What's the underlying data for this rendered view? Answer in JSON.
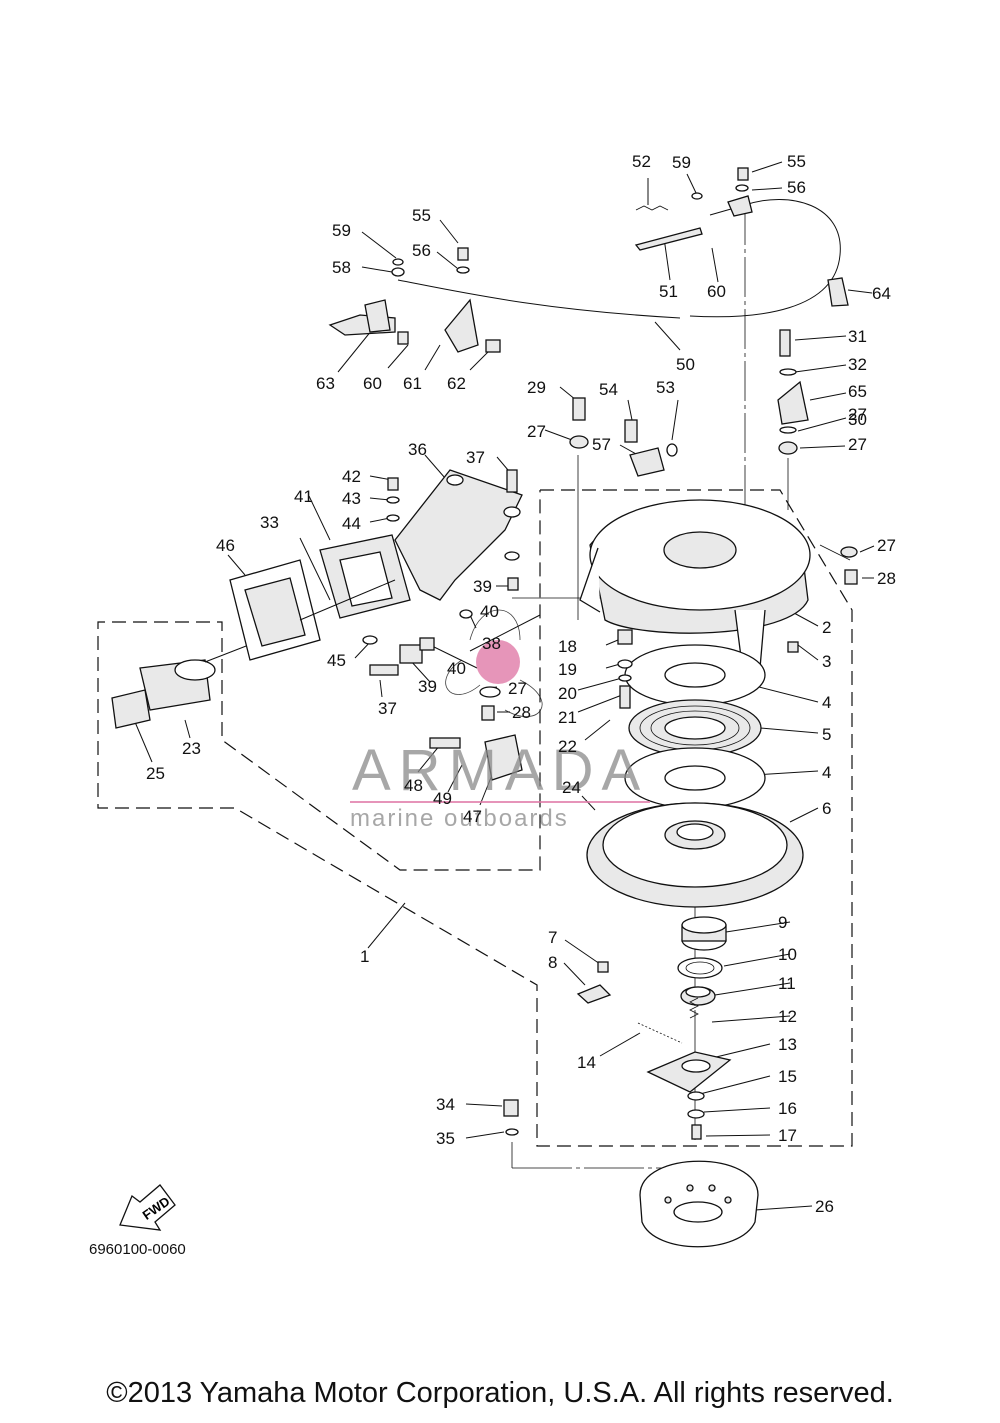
{
  "diagram": {
    "code": "6960100-0060",
    "fwd_label": "FWD",
    "watermark": {
      "brand": "ARMADA",
      "tagline": "marine outboards",
      "color": "#e07aa8"
    },
    "copyright": "©2013 Yamaha Motor Corporation, U.S.A. All rights reserved.",
    "callouts": [
      "1",
      "2",
      "3",
      "4",
      "4",
      "5",
      "6",
      "7",
      "8",
      "9",
      "10",
      "11",
      "12",
      "13",
      "14",
      "15",
      "16",
      "17",
      "18",
      "19",
      "20",
      "21",
      "22",
      "23",
      "24",
      "25",
      "26",
      "27",
      "27",
      "27",
      "27",
      "27",
      "28",
      "28",
      "29",
      "30",
      "31",
      "32",
      "33",
      "34",
      "35",
      "36",
      "37",
      "37",
      "38",
      "39",
      "39",
      "40",
      "40",
      "41",
      "42",
      "43",
      "44",
      "45",
      "46",
      "47",
      "48",
      "49",
      "50",
      "51",
      "52",
      "53",
      "54",
      "55",
      "55",
      "56",
      "56",
      "57",
      "58",
      "59",
      "59",
      "60",
      "60",
      "61",
      "62",
      "63",
      "64",
      "65"
    ]
  }
}
